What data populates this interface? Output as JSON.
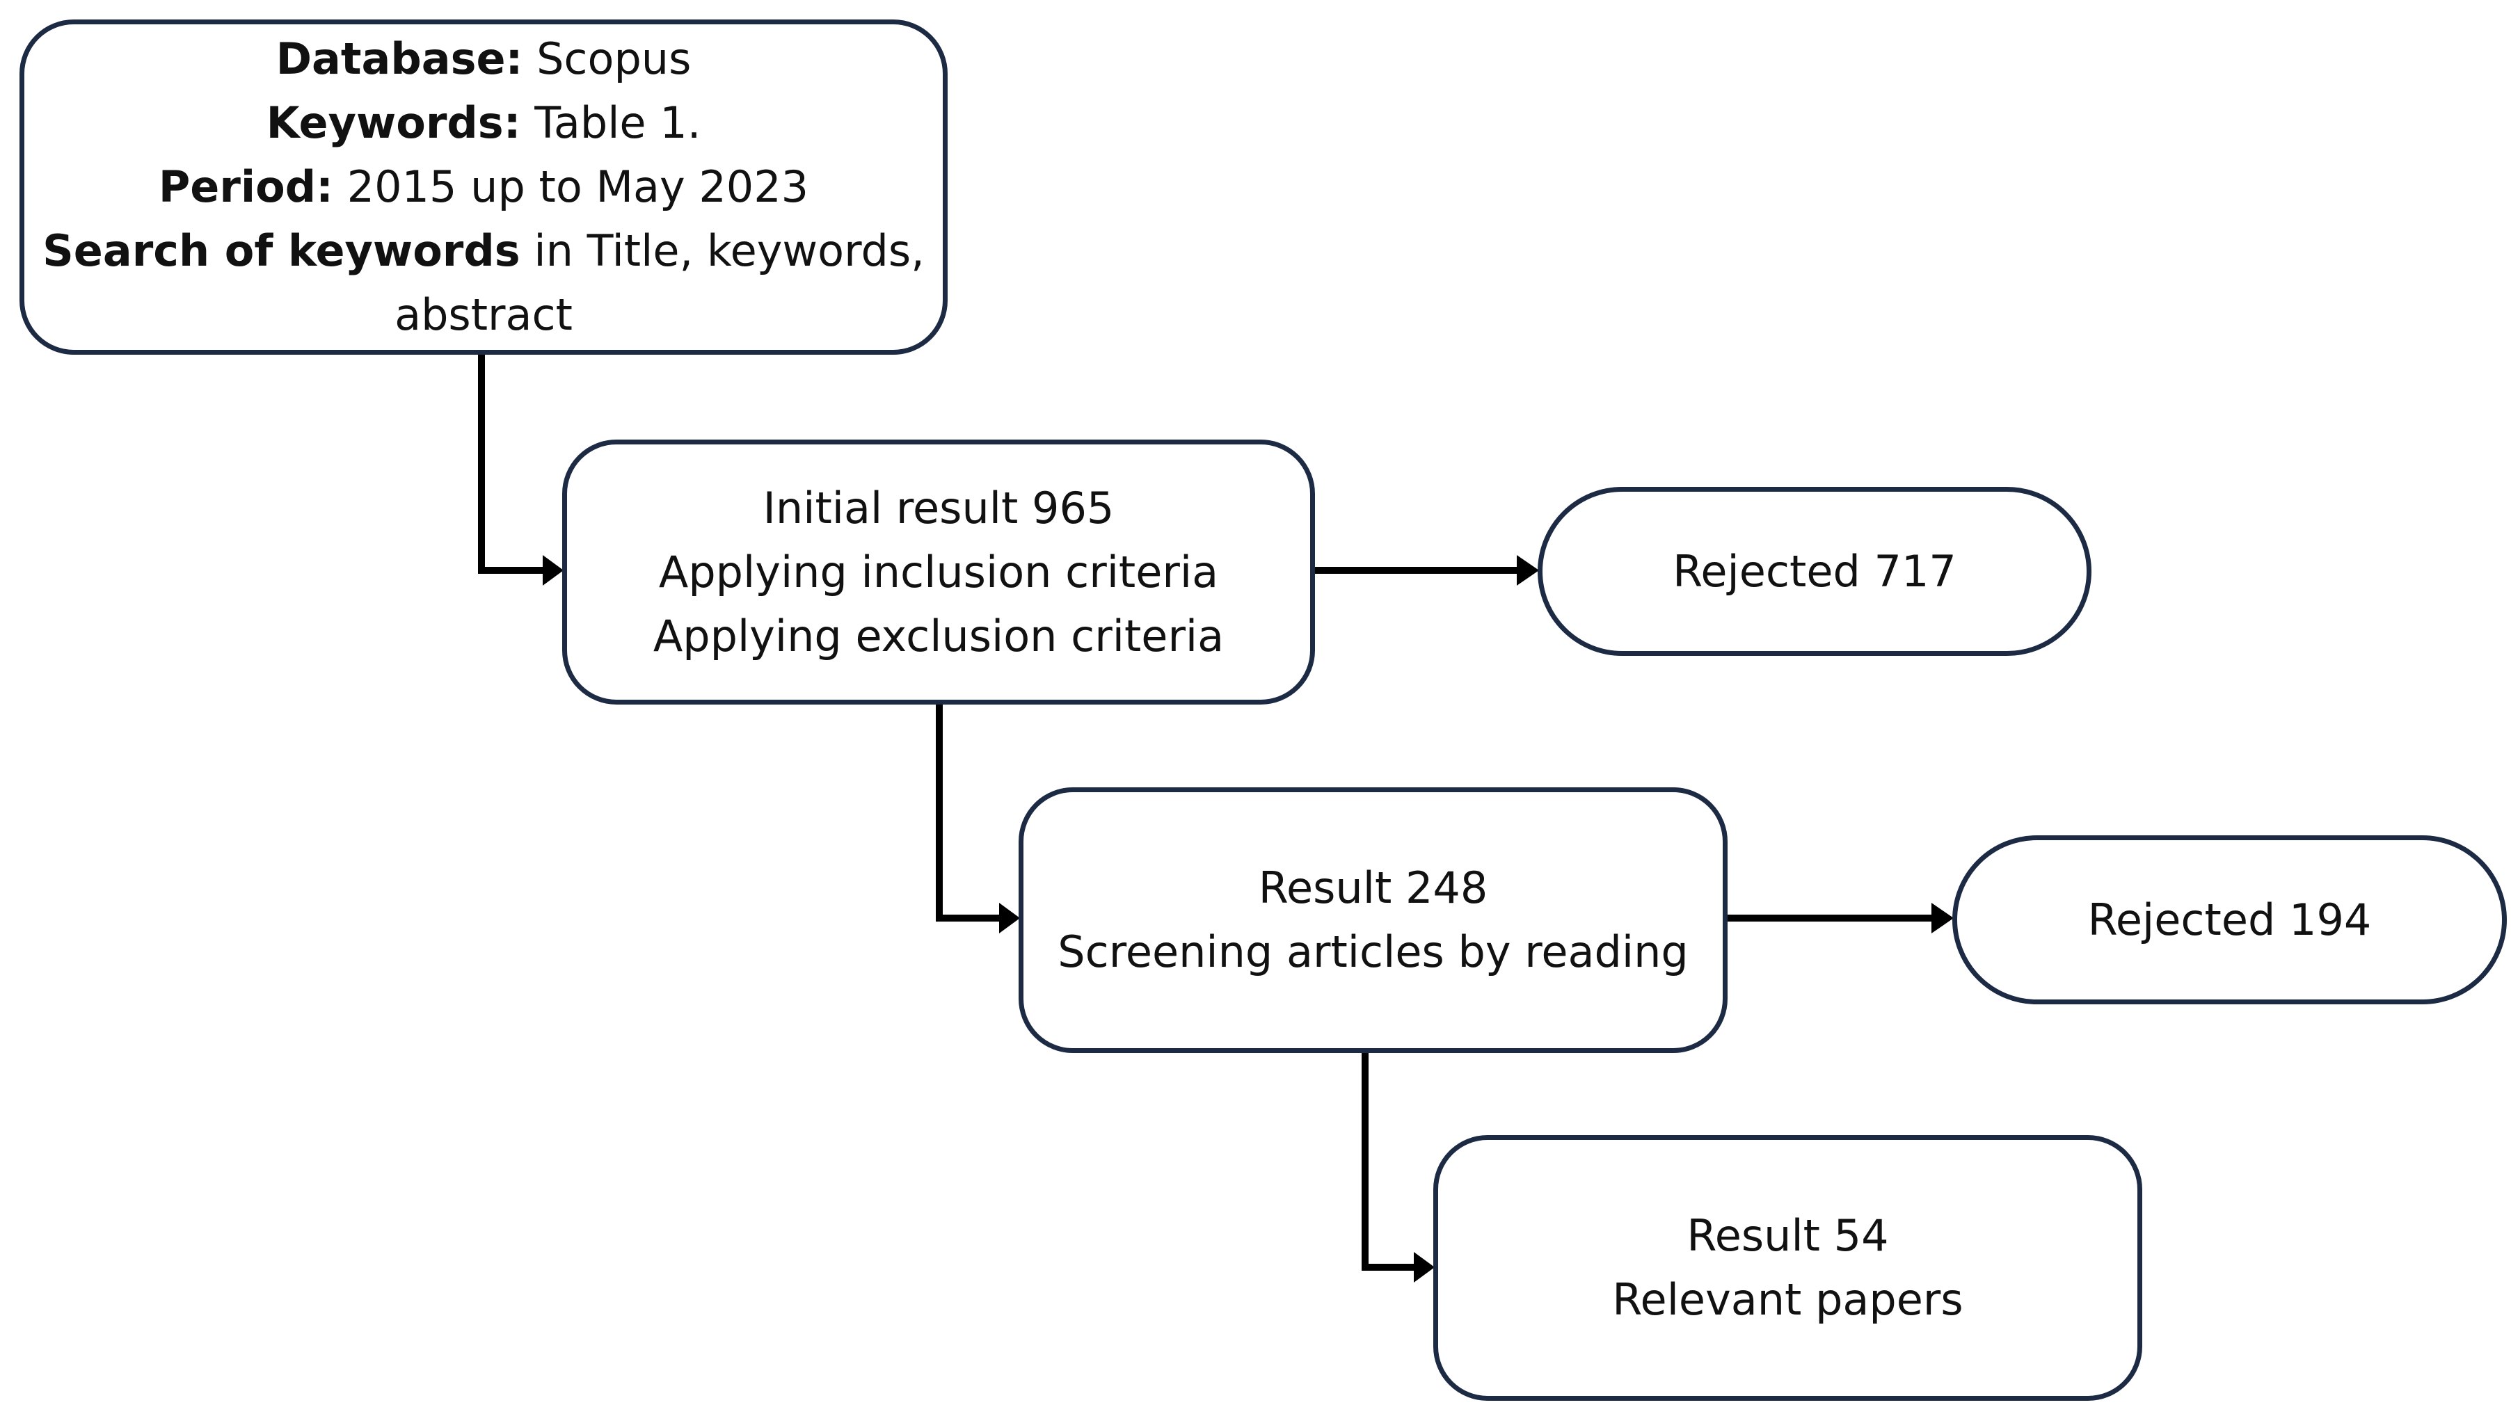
{
  "source_box": {
    "database_label": "Database:",
    "database_value": "Scopus",
    "keywords_label": "Keywords:",
    "keywords_value": "Table 1.",
    "period_label": "Period:",
    "period_value": "2015 up to May 2023",
    "search_label": "Search of keywords",
    "search_value_line1": "in Title, keywords,",
    "search_value_line2": "abstract"
  },
  "initial_box": {
    "line1": "Initial result 965",
    "line2": "Applying inclusion criteria",
    "line3": "Applying exclusion criteria"
  },
  "rejected_1": "Rejected 717",
  "screening_box": {
    "line1": "Result 248",
    "line2": "Screening articles by reading"
  },
  "rejected_2": "Rejected 194",
  "final_box": {
    "line1": "Result 54",
    "line2": "Relevant papers"
  },
  "colors": {
    "box_border": "#1c2a44",
    "arrow": "#000000"
  }
}
